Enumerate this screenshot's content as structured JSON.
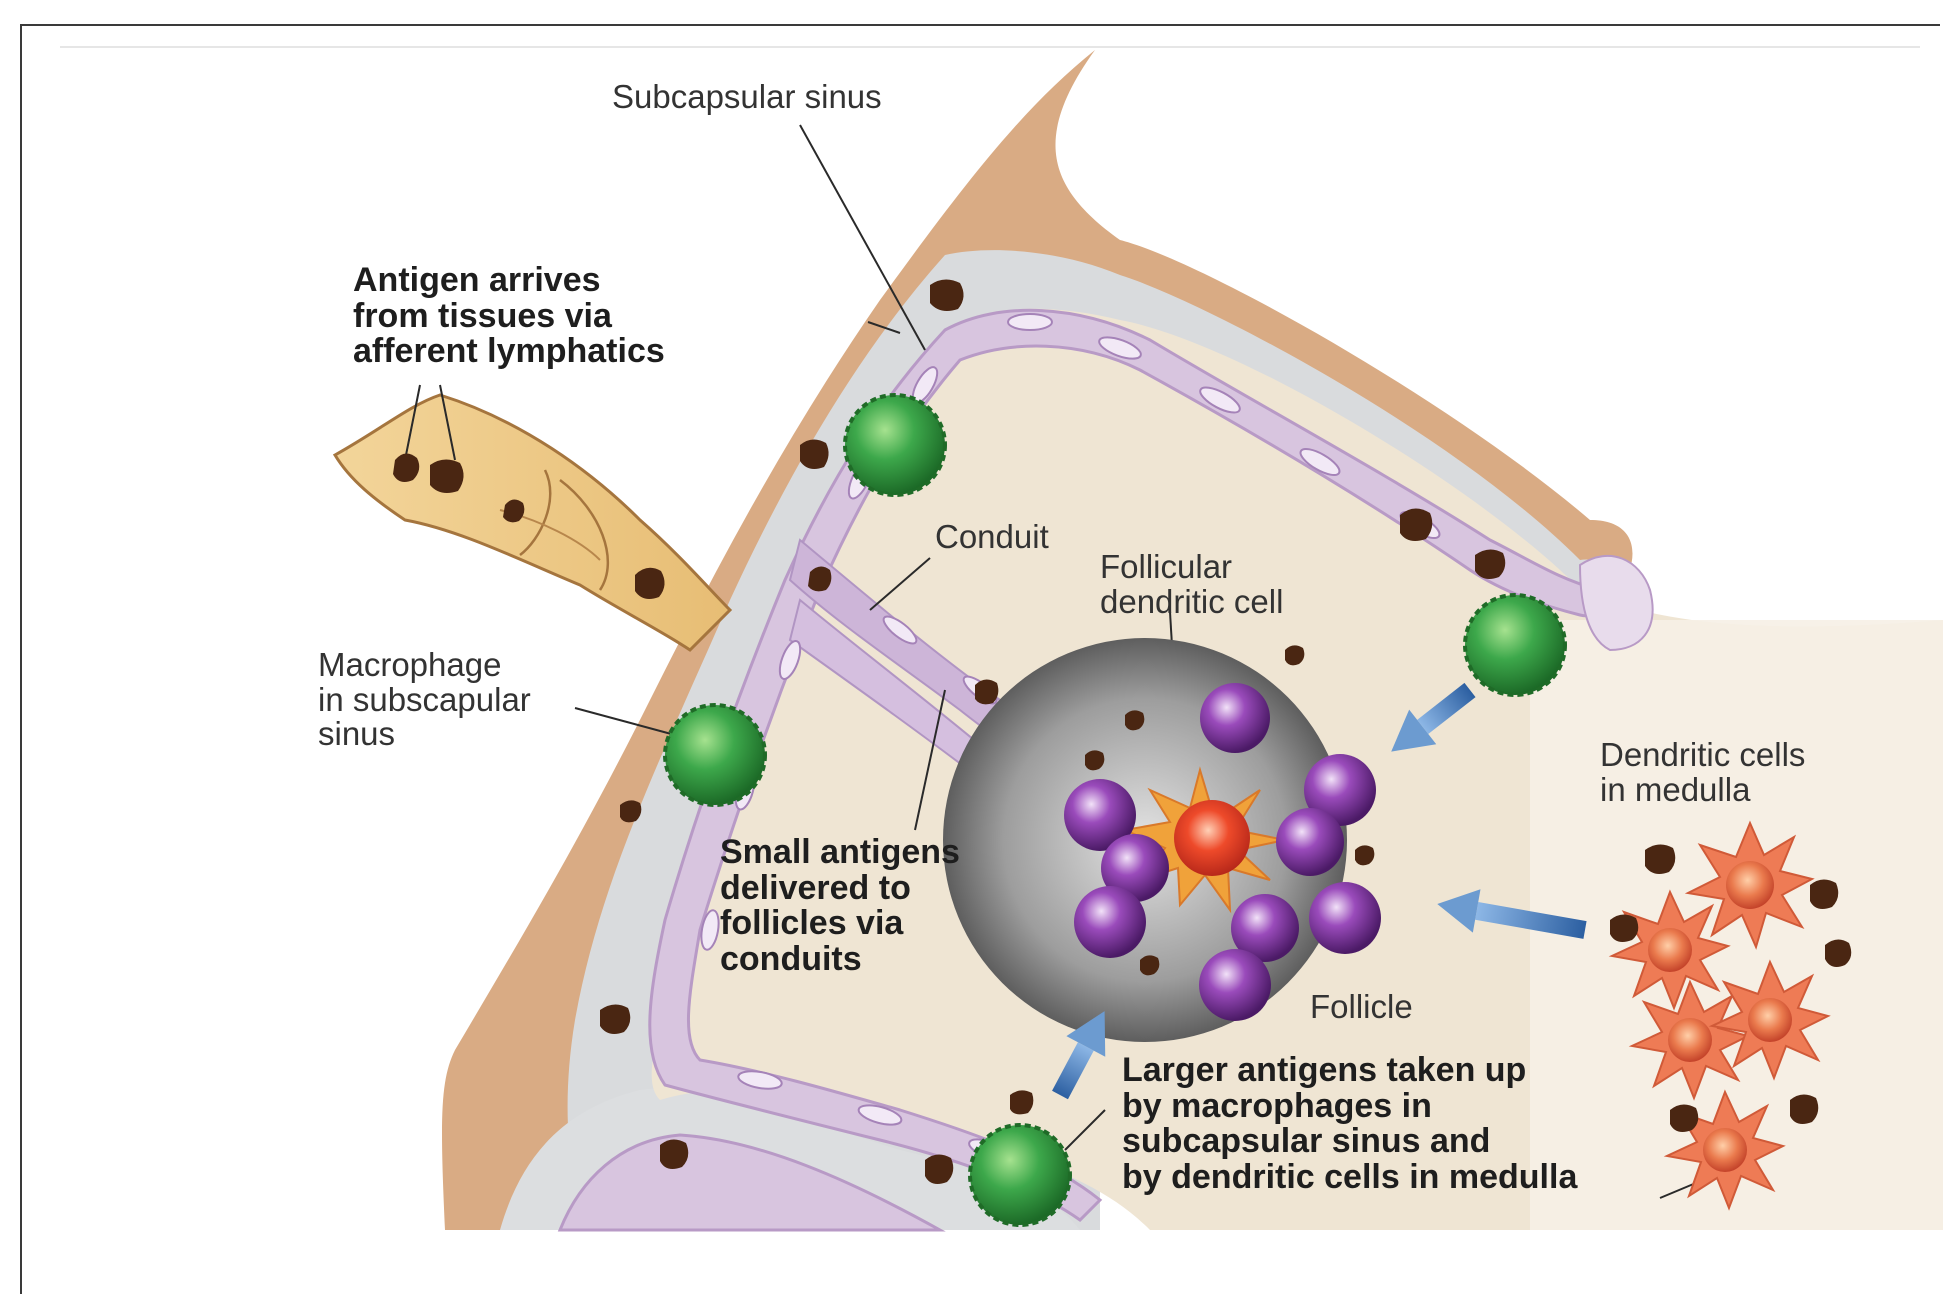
{
  "labels": {
    "subcapsular_sinus": "Subcapsular sinus",
    "antigen_arrives": "Antigen arrives\nfrom tissues via\nafferent lymphatics",
    "conduit": "Conduit",
    "follicular_dendritic_cell": "Follicular\ndendritic cell",
    "macrophage_sinus": "Macrophage\nin subscapular\nsinus",
    "small_antigens": "Small antigens\ndelivered to\nfollicles via\nconduits",
    "dendritic_cells_medulla": "Dendritic cells\nin medulla",
    "follicle": "Follicle",
    "larger_antigens": "Larger antigens taken up\nby macrophages in\nsubcapsular sinus and\nby dendritic cells in medulla"
  },
  "colors": {
    "capsule": "#d9ab84",
    "sinus": "#d8dadc",
    "parenchyma": "#efe4d2",
    "endothelium": "#d9c6e0",
    "macrophage": "#2e9c3c",
    "antigen": "#4a2612",
    "b_cell": "#8b3aa8",
    "fdc": "#e24a26",
    "follicle_bg": "#9a9a9a",
    "dendritic_cell": "#e8734a",
    "arrow": "#6c9bd0",
    "lymphatic": "#e9c37f"
  }
}
